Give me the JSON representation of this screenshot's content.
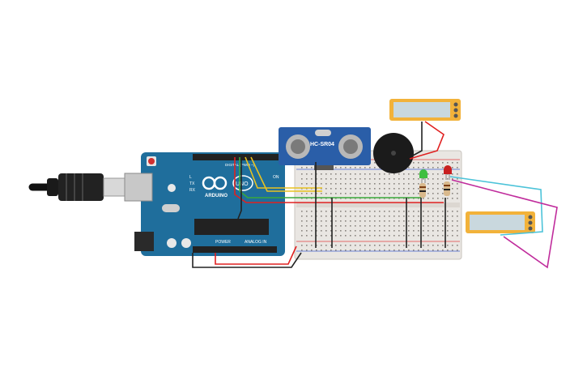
{
  "arduino": {
    "brand": "ARDUINO",
    "model": "UNO",
    "digital_header": "DIGITAL (PWM ~)",
    "power_header": "POWER",
    "analog_header": "ANALOG IN",
    "tx_label": "TX",
    "rx_label": "RX",
    "l_label": "L",
    "on_label": "ON"
  },
  "sensor": {
    "name": "HC-SR04"
  },
  "colors": {
    "arduino_blue": "#1f6e9c",
    "breadboard": "#e9e6e2",
    "wire_red": "#e02020",
    "wire_black": "#222222",
    "wire_green": "#3aa83a",
    "wire_yellow": "#e8c220",
    "wire_cyan": "#4cc3d9",
    "wire_magenta": "#c02c9c",
    "lcd_frame": "#f2b23a",
    "lcd_screen": "#c9d8de"
  }
}
